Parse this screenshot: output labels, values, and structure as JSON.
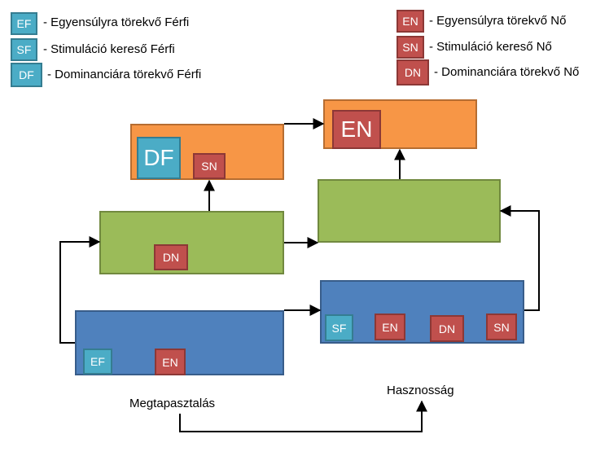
{
  "legend": {
    "male": [
      {
        "code": "EF",
        "text": "- Egyensúlyra törekvő Férfi"
      },
      {
        "code": "SF",
        "text": "- Stimuláció kereső Férfi"
      },
      {
        "code": "DF",
        "text": "- Dominanciára törekvő Férfi"
      }
    ],
    "female": [
      {
        "code": "EN",
        "text": "- Egyensúlyra törekvő Nő"
      },
      {
        "code": "SN",
        "text": "- Stimuláció kereső Nő"
      },
      {
        "code": "DN",
        "text": "- Dominanciára törekvő Nő"
      }
    ]
  },
  "badges": {
    "top_left": [
      "DF",
      "SN"
    ],
    "top_right": [
      "EN"
    ],
    "middle_left": [
      "DN"
    ],
    "bottom_left": [
      "EF",
      "EN"
    ],
    "bottom_right": [
      "SF",
      "EN",
      "DN",
      "SN"
    ]
  },
  "labels": {
    "left": "Megtapasztalás",
    "right": "Hasznosság"
  },
  "colors": {
    "orange": "#f79646",
    "green": "#9bbb59",
    "blue": "#4f81bd",
    "teal": "#4bacc6",
    "red": "#c0504d"
  }
}
